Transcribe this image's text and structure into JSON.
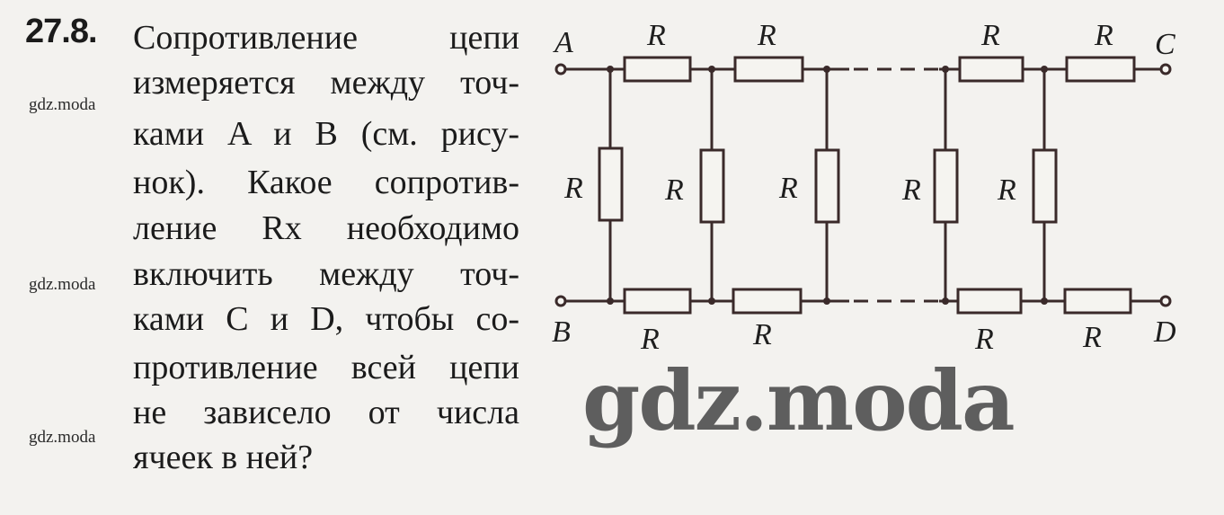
{
  "problem": {
    "number": "27.8.",
    "lines": [
      "Сопротивление цепи",
      "измеряется между точ-",
      "ками A и B (см. рису-",
      "нок). Какое сопротив-",
      "ление Rx необходимо",
      "включить между точ-",
      "ками C и D, чтобы со-",
      "противление всей цепи",
      "не зависело от числа",
      "ячеек в ней?"
    ]
  },
  "circuit": {
    "terminals": {
      "a": "A",
      "b": "B",
      "c": "C",
      "d": "D"
    },
    "resistor_label": "R"
  },
  "watermarks": {
    "small": "gdz.moda",
    "big": "gdz.moda"
  }
}
